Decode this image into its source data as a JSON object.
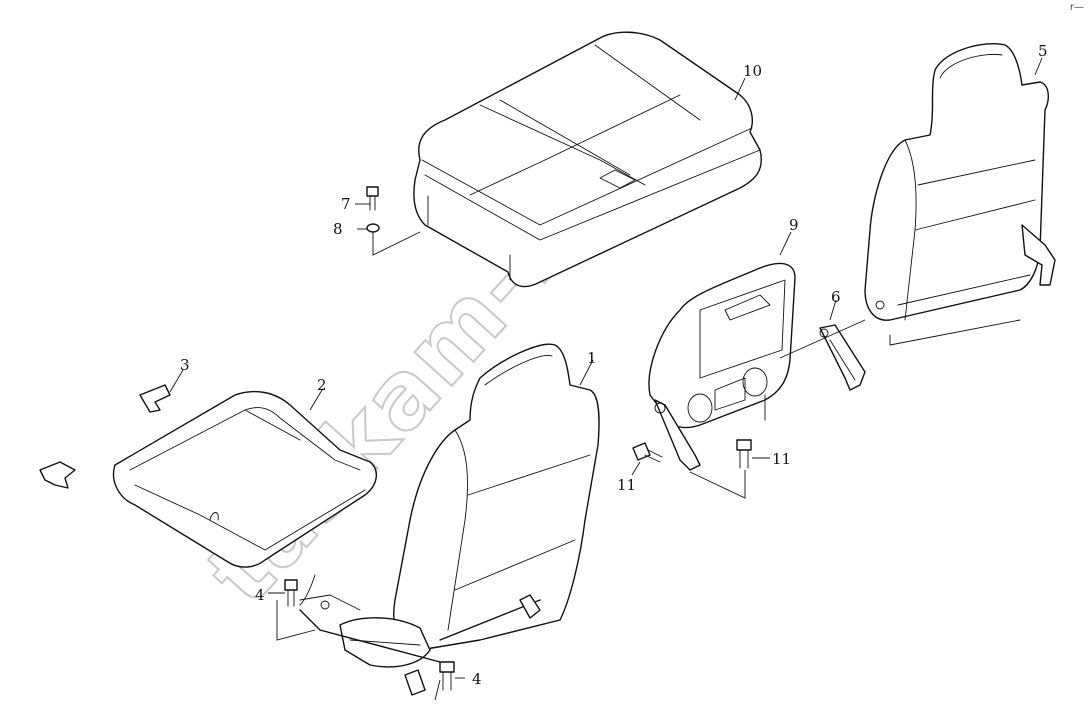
{
  "diagram": {
    "callouts": [
      "1",
      "2",
      "3",
      "4",
      "4",
      "5",
      "6",
      "7",
      "8",
      "9",
      "10",
      "11",
      "11"
    ],
    "watermark": "taskam-ru",
    "corner_mark": "r—"
  }
}
